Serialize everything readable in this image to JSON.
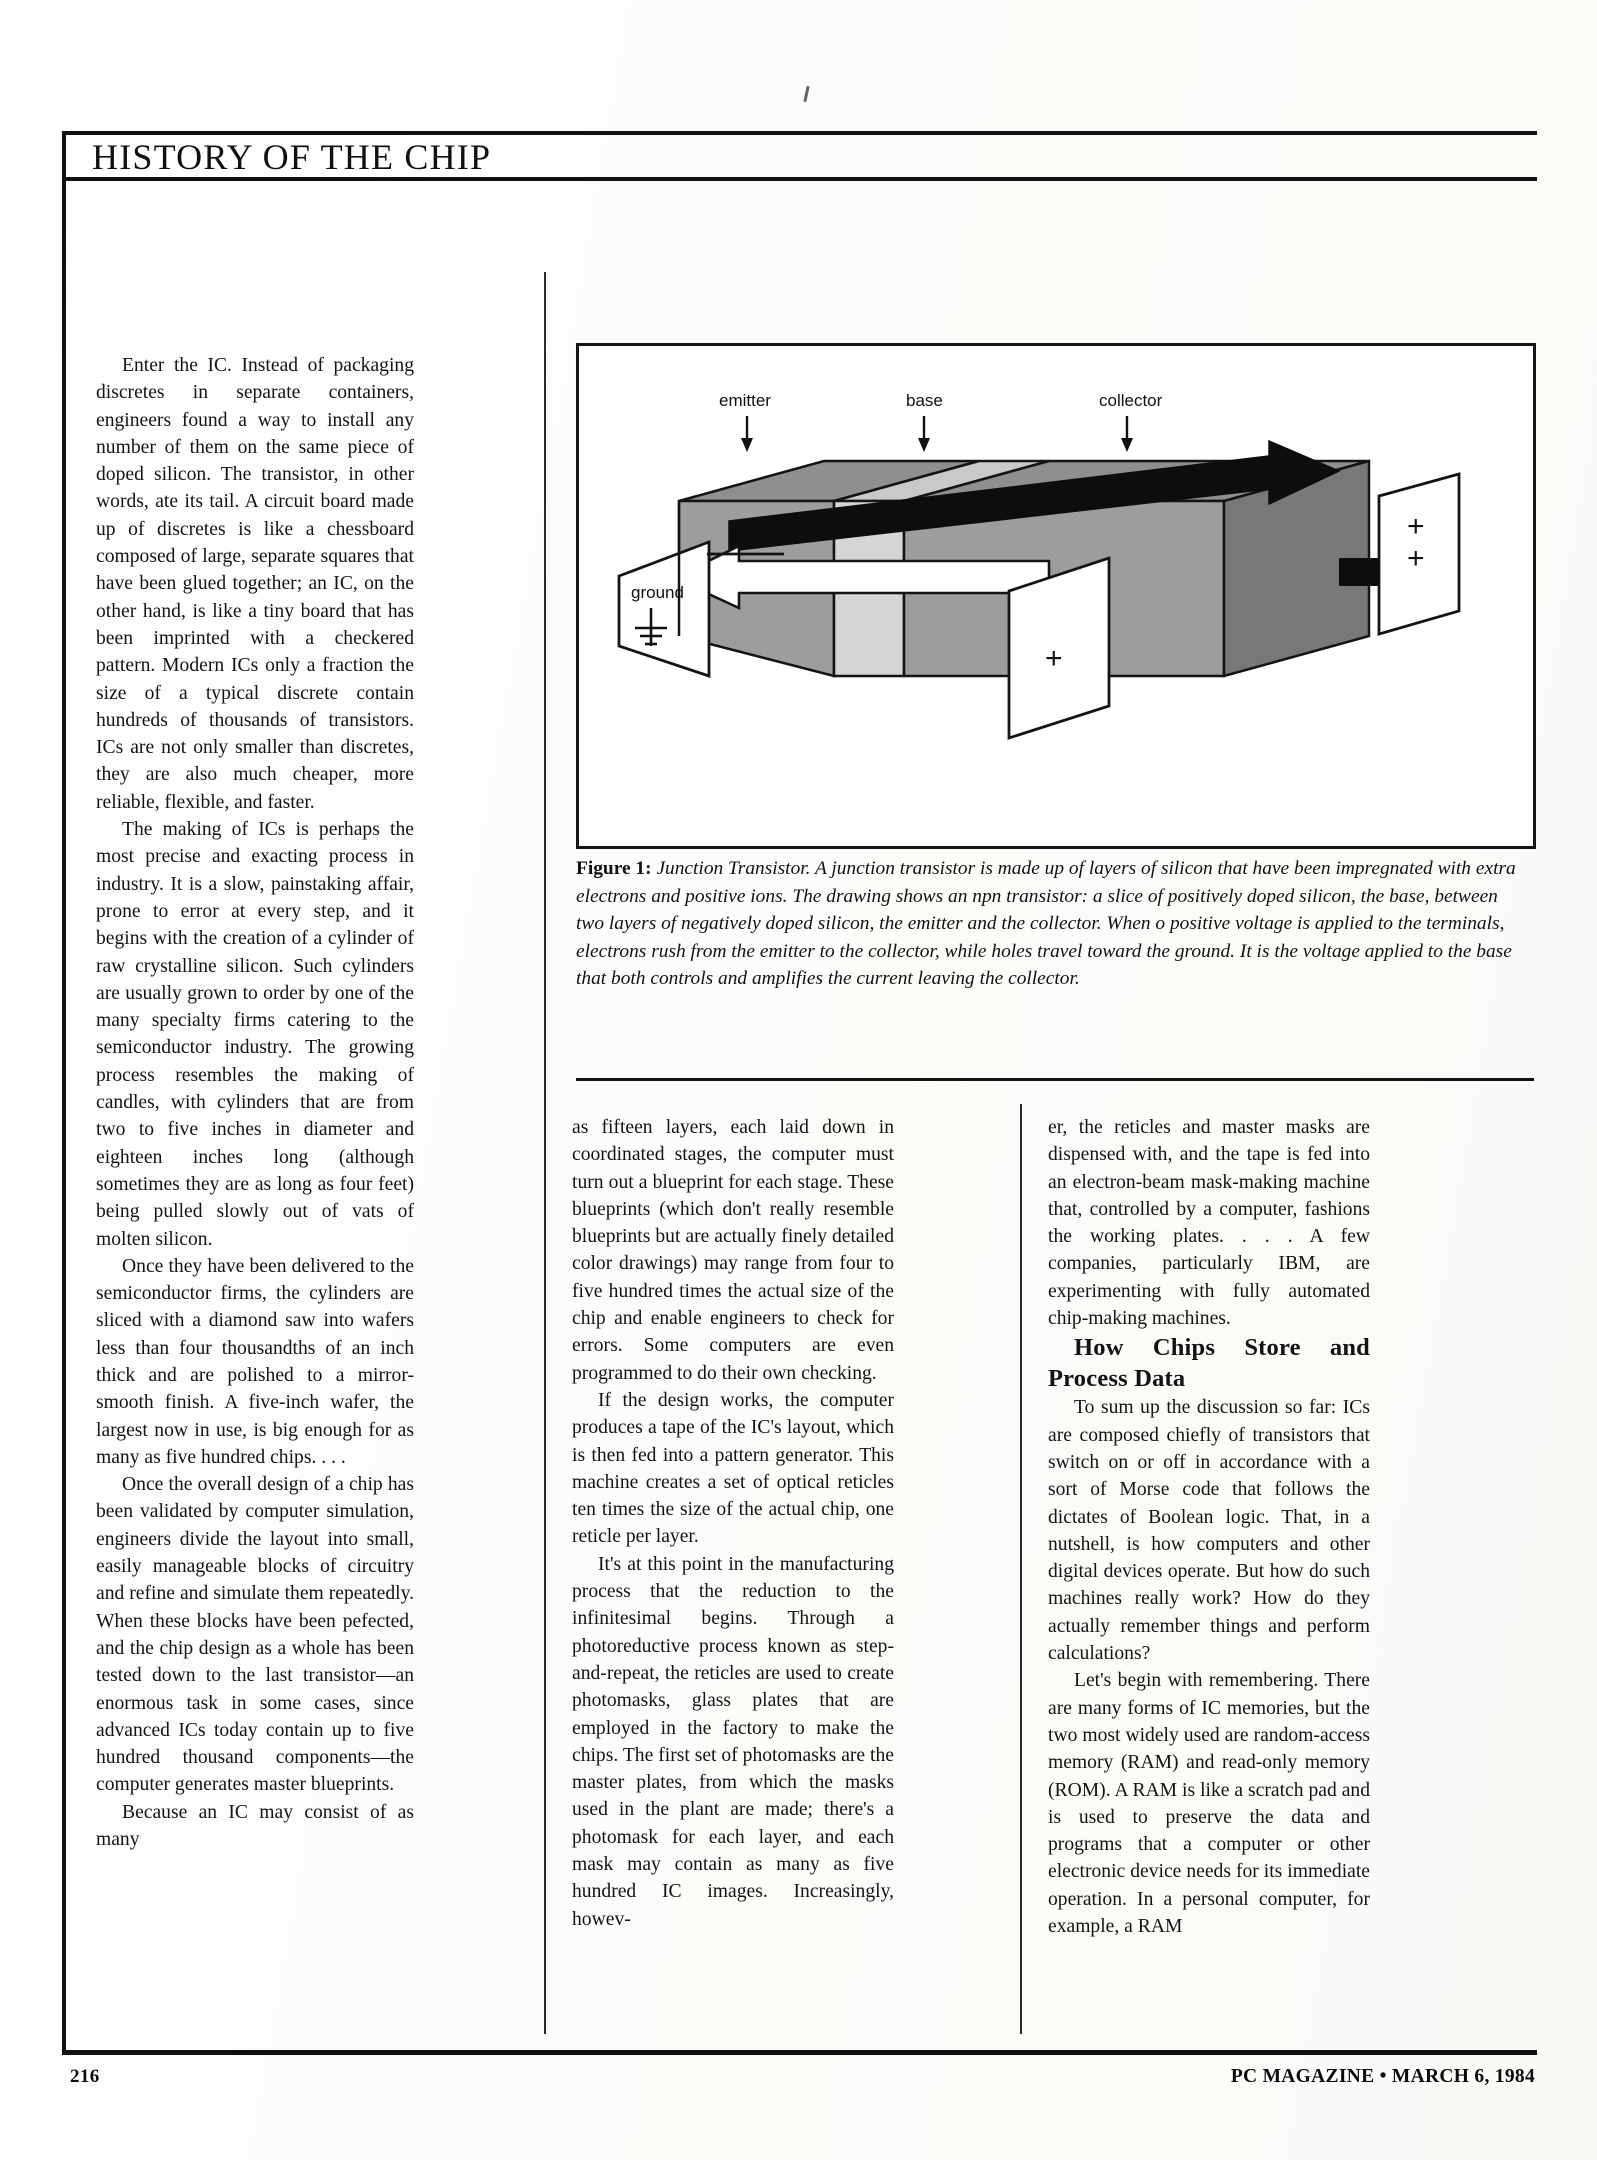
{
  "running_head": "HISTORY OF THE CHIP",
  "columns": {
    "col1": [
      "Enter the IC. Instead of packaging discretes in separate containers, engineers found a way to install any number of them on the same piece of doped silicon. The transistor, in other words, ate its tail. A circuit board made up of discretes is like a chessboard composed of large, separate squares that have been glued together; an IC, on the other hand, is like a tiny board that has been imprinted with a checkered pattern. Modern ICs only a fraction the size of a typical discrete contain hundreds of thousands of transistors. ICs are not only smaller than discretes, they are also much cheaper, more reliable, flexible, and faster.",
      "The making of ICs is perhaps the most precise and exacting process in industry. It is a slow, painstaking affair, prone to error at every step, and it begins with the creation of a cylinder of raw crystalline silicon. Such cylinders are usually grown to order by one of the many specialty firms catering to the semiconductor industry. The growing process resembles the making of candles, with cylinders that are from two to five inches in diameter and eighteen inches long (although sometimes they are as long as four feet) being pulled slowly out of vats of molten silicon.",
      "Once they have been delivered to the semiconductor firms, the cylinders are sliced with a diamond saw into wafers less than four thousandths of an inch thick and are polished to a mirror-smooth finish. A five-inch wafer, the largest now in use, is big enough for as many as five hundred chips. . . .",
      "Once the overall design of a chip has been validated by computer simulation, engineers divide the layout into small, easily manageable blocks of circuitry and refine and simulate them repeatedly. When these blocks have been pefected, and the chip design as a whole has been tested down to the last transistor—an enormous task in some cases, since advanced ICs today contain up to five hundred thousand components—the computer generates master blueprints.",
      "Because an IC may consist of as many"
    ],
    "col2": [
      "as fifteen layers, each laid down in coordinated stages, the computer must turn out a blueprint for each stage. These blueprints (which don't really resemble blueprints but are actually finely detailed color drawings) may range from four to five hundred times the actual size of the chip and enable engineers to check for errors. Some computers are even programmed to do their own checking.",
      "If the design works, the computer produces a tape of the IC's layout, which is then fed into a pattern generator. This machine creates a set of optical reticles ten times the size of the actual chip, one reticle per layer.",
      "It's at this point in the manufacturing process that the reduction to the infinitesimal begins. Through a photoreductive process known as step-and-repeat, the reticles are used to create photomasks, glass plates that are employed in the factory to make the chips. The first set of photomasks are the master plates, from which the masks used in the plant are made; there's a photomask for each layer, and each mask may contain as many as five hundred IC images. Increasingly, howev-"
    ],
    "col3_top": [
      "er, the reticles and master masks are dispensed with, and the tape is fed into an electron-beam mask-making machine that, controlled by a computer, fashions the working plates. . . . A few companies, particularly IBM, are experimenting with fully automated chip-making machines."
    ],
    "col3_subhead": "How Chips Store and Process Data",
    "col3_body": [
      "To sum up the discussion so far: ICs are composed chiefly of transistors that switch on or off in accordance with a sort of Morse code that follows the dictates of Boolean logic. That, in a nutshell, is how computers and other digital devices operate. But how do such machines really work? How do they actually remember things and perform calculations?",
      "Let's begin with remembering. There are many forms of IC memories, but the two most widely used are random-access memory (RAM) and read-only memory (ROM). A RAM is like a scratch pad and is used to preserve the data and programs that a computer or other electronic device needs for its immediate operation. In a personal computer, for example, a RAM"
    ]
  },
  "figure": {
    "label": "Figure 1:",
    "caption": "Junction Transistor. A junction transistor is made up of layers of silicon that have been impregnated with extra electrons and positive ions. The drawing shows an npn transistor: a slice of positively doped silicon, the base, between two layers of negatively doped silicon, the emitter and the collector. When o positive voltage is applied to the terminals, electrons rush from the emitter to the collector, while holes travel toward the ground. It is the voltage applied to the base that both controls and amplifies the current leaving the collector.",
    "labels": {
      "emitter": "emitter",
      "base": "base",
      "collector": "collector",
      "ground": "ground",
      "plus": "+"
    }
  },
  "footer": {
    "page_number": "216",
    "publication": "PC MAGAZINE • MARCH 6, 1984"
  },
  "colors": {
    "ink": "#111111",
    "paper": "#fdfdfb",
    "block_dark": "#9a9a9a",
    "block_light": "#d2d2d2",
    "arrow_dark": "#111111",
    "arrow_light": "#ffffff"
  }
}
